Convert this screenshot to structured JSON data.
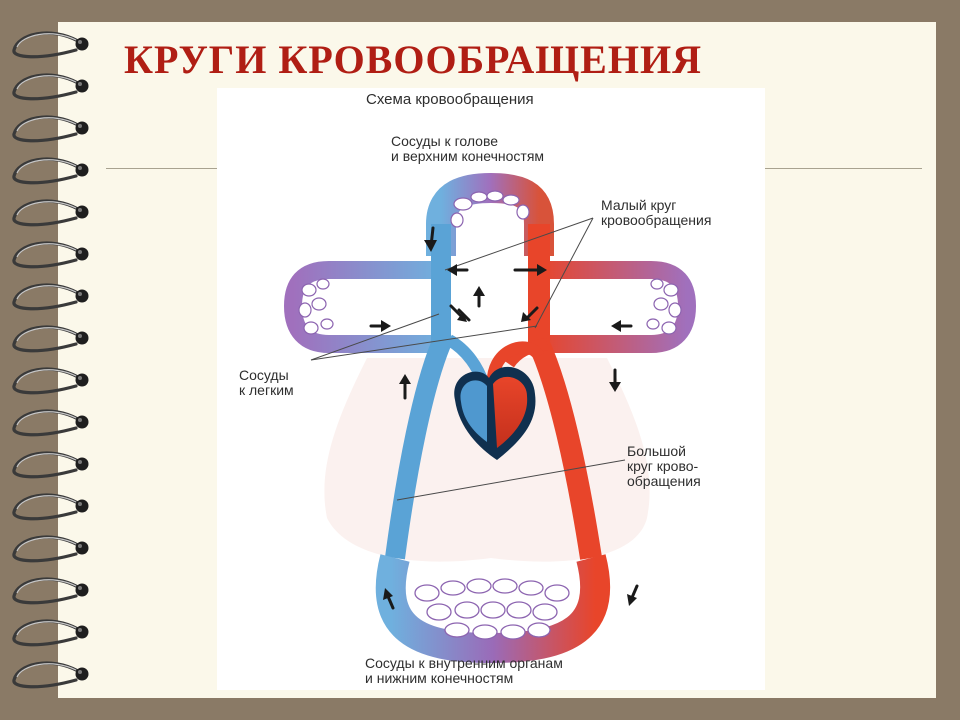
{
  "slide": {
    "title": "КРУГИ КРОВООБРАЩЕНИЯ"
  },
  "diagram": {
    "heading": "Схема кровообращения",
    "labels": {
      "head_vessels": [
        "Сосуды к голове",
        "и верхним конечностям"
      ],
      "small_circle": [
        "Малый круг",
        "кровообращения"
      ],
      "lung_vessels": [
        "Сосуды",
        "к легким"
      ],
      "big_circle": [
        "Большой",
        "круг крово-",
        "обращения"
      ],
      "organ_vessels": [
        "Сосуды к внутренним органам",
        "и нижним конечностям"
      ]
    }
  },
  "colors": {
    "background": "#8a7a66",
    "paper": "#fbf8ea",
    "title": "#b01e14",
    "artery": "#e8452a",
    "vein": "#5aa3d6",
    "capillary": "#9a6bb8",
    "heart_outline": "#10304f"
  },
  "icons": {
    "binding": "spiral-ring-icon",
    "arrow": "flow-arrow-icon",
    "heart": "heart-icon"
  }
}
